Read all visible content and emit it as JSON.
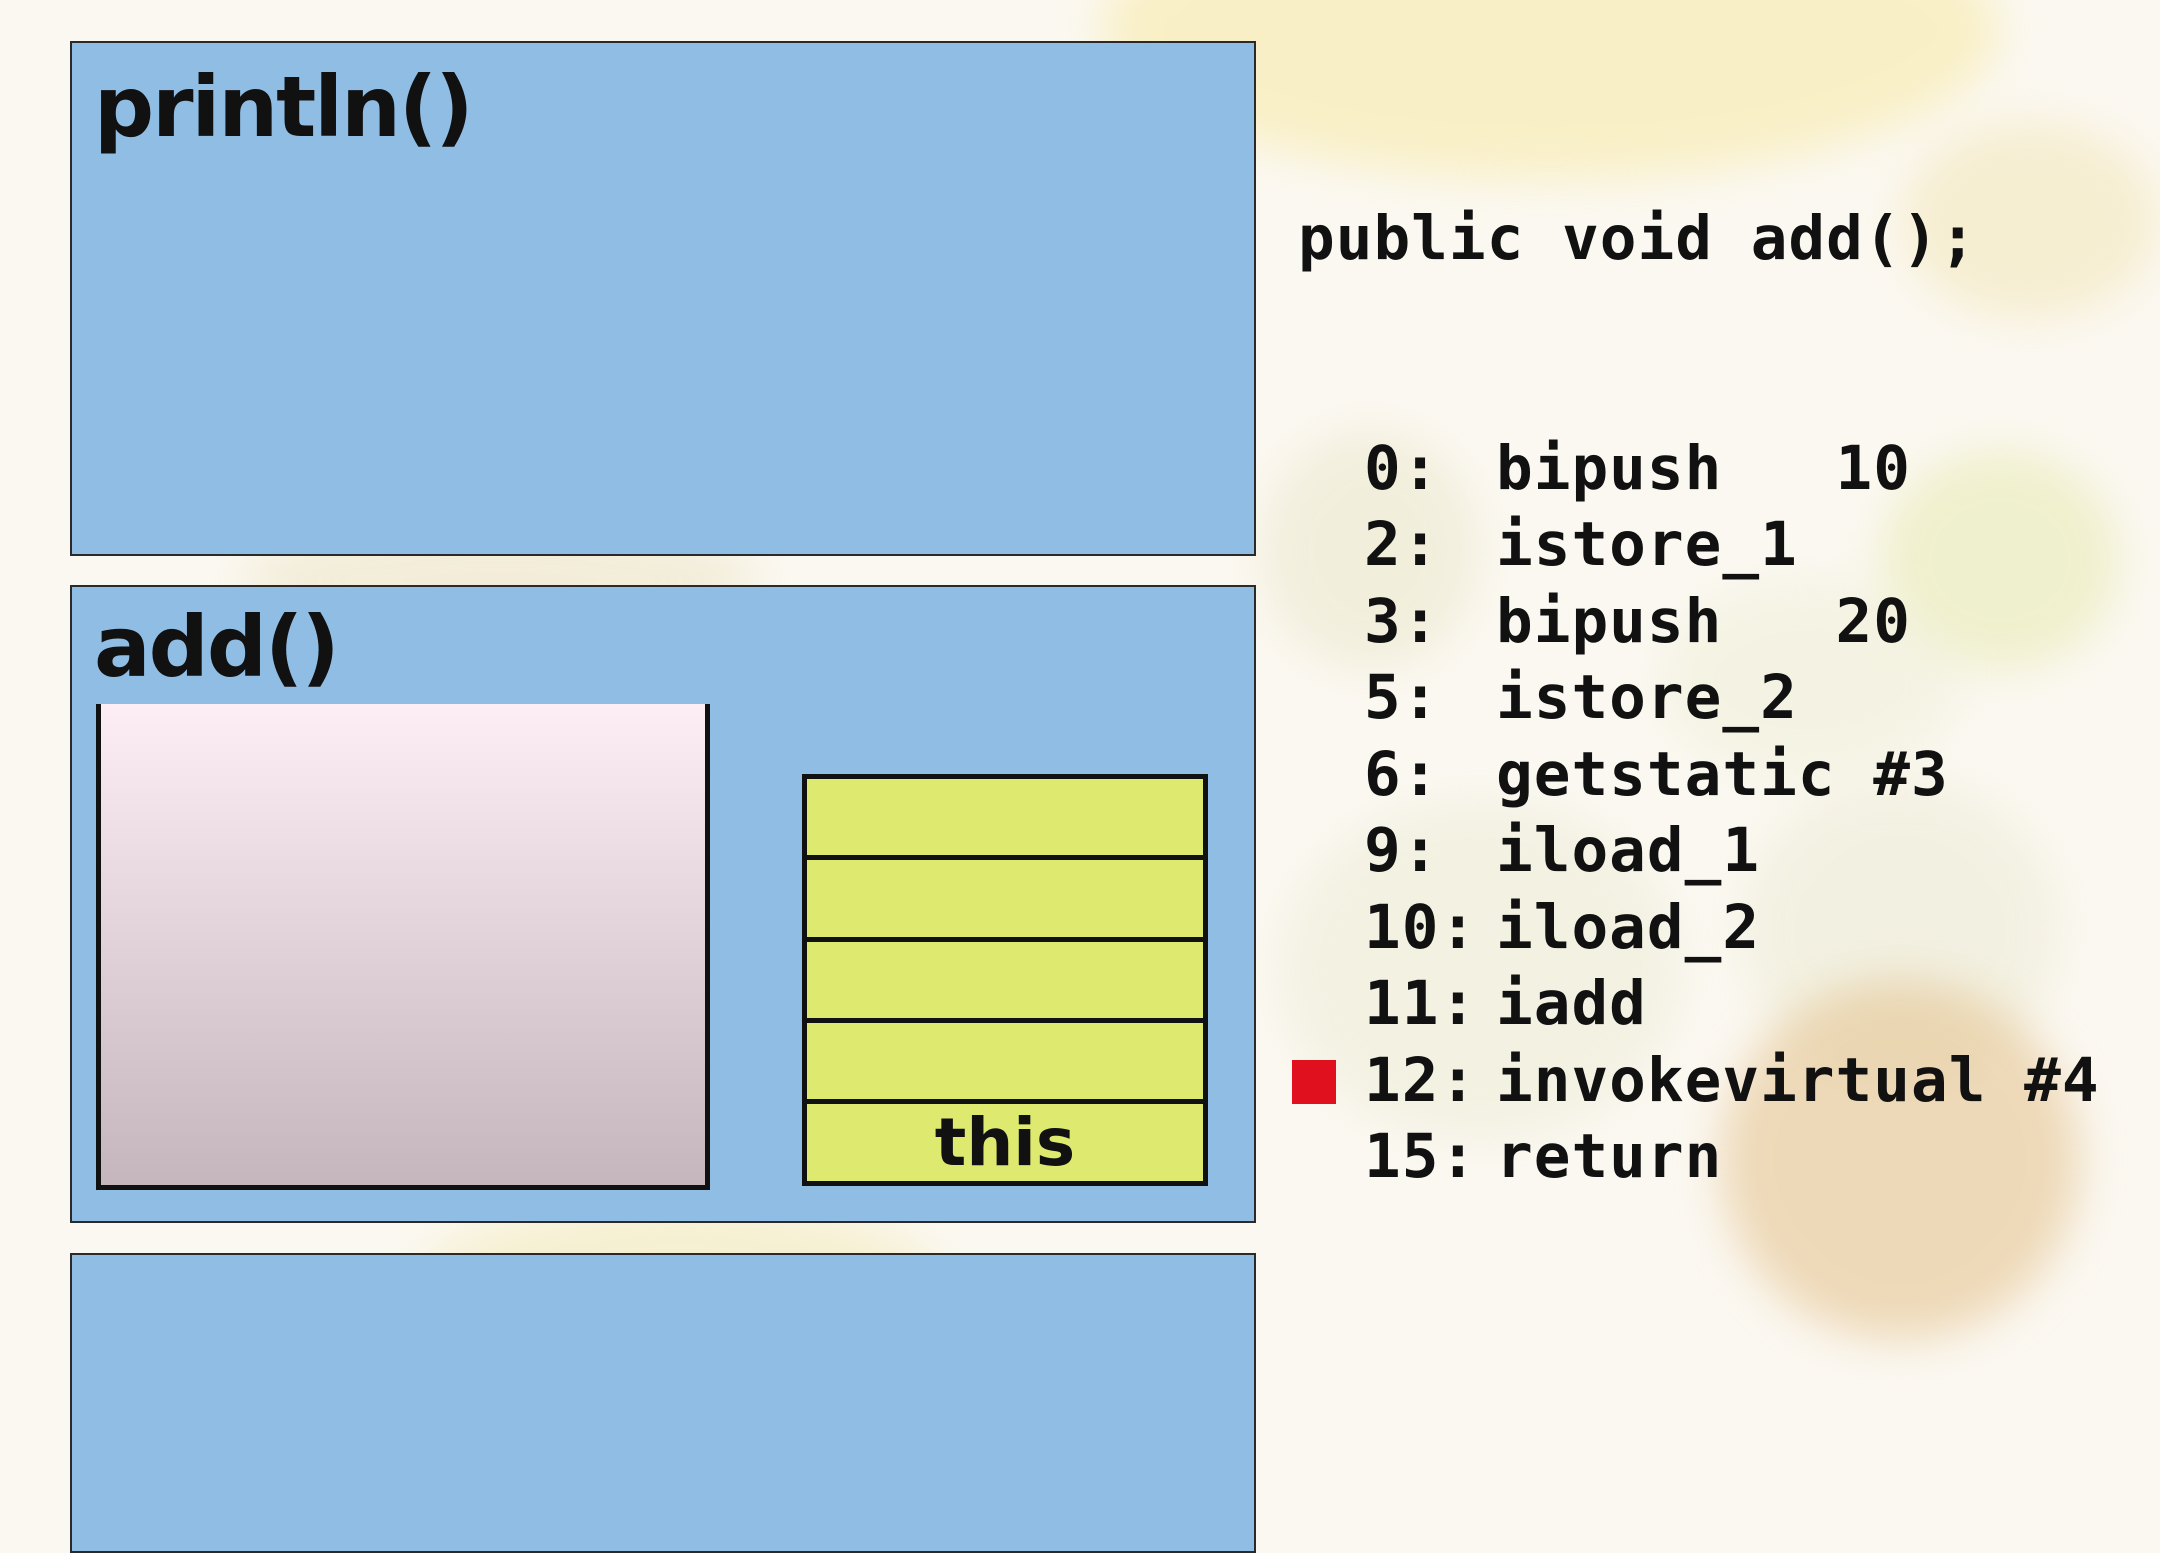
{
  "frames": {
    "top": {
      "title": "println()"
    },
    "middle": {
      "title": "add()",
      "local_variables": [
        "",
        "",
        "",
        "",
        "this"
      ]
    },
    "bottom": {
      "title": ""
    }
  },
  "bytecode": {
    "signature": "public void add();",
    "instructions": [
      {
        "offset": "0:",
        "text": "bipush   10",
        "current": false
      },
      {
        "offset": "2:",
        "text": "istore_1",
        "current": false
      },
      {
        "offset": "3:",
        "text": "bipush   20",
        "current": false
      },
      {
        "offset": "5:",
        "text": "istore_2",
        "current": false
      },
      {
        "offset": "6:",
        "text": "getstatic #3",
        "current": false
      },
      {
        "offset": "9:",
        "text": "iload_1",
        "current": false
      },
      {
        "offset": "10:",
        "text": "iload_2",
        "current": false
      },
      {
        "offset": "11:",
        "text": "iadd",
        "current": false
      },
      {
        "offset": "12:",
        "text": "invokevirtual #4",
        "current": true
      },
      {
        "offset": "15:",
        "text": "return",
        "current": false
      }
    ]
  },
  "colors": {
    "frame": "#8fbde4",
    "local_slot": "#dde96f",
    "operand_stack_top": "#fdeef6",
    "operand_stack_bottom": "#c5b5bd",
    "current_marker": "#e0101e"
  }
}
